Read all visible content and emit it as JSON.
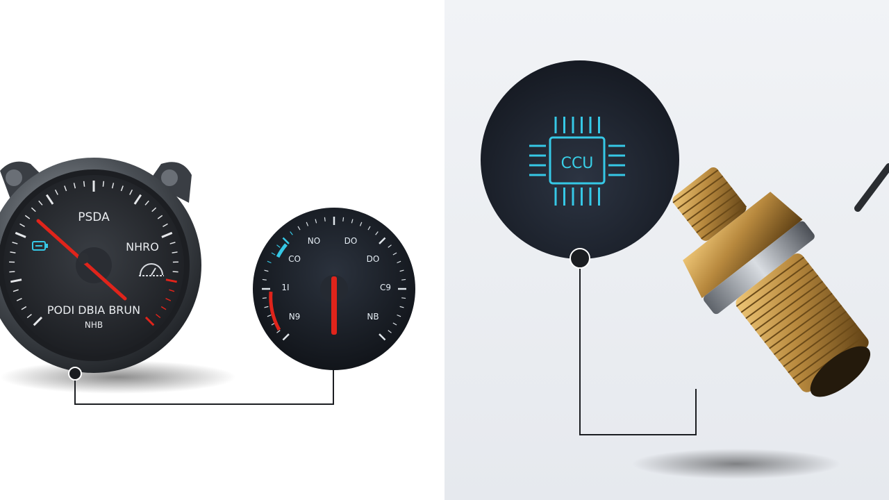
{
  "gauge_large": {
    "title": "PSDA",
    "label_right": "NHRO",
    "caption_line1": "PODI DBIA BRUN",
    "caption_line2": "NHB"
  },
  "gauge_small": {
    "labels": [
      "NO",
      "DO",
      "CO",
      "DO",
      "1I",
      "C9",
      "N9",
      "NB"
    ]
  },
  "ecu": {
    "chip_label": "CCU"
  },
  "colors": {
    "needle": "#e0241b",
    "accent": "#36c8e6",
    "brass": "#b8893e",
    "dark_face": "#14171c"
  }
}
